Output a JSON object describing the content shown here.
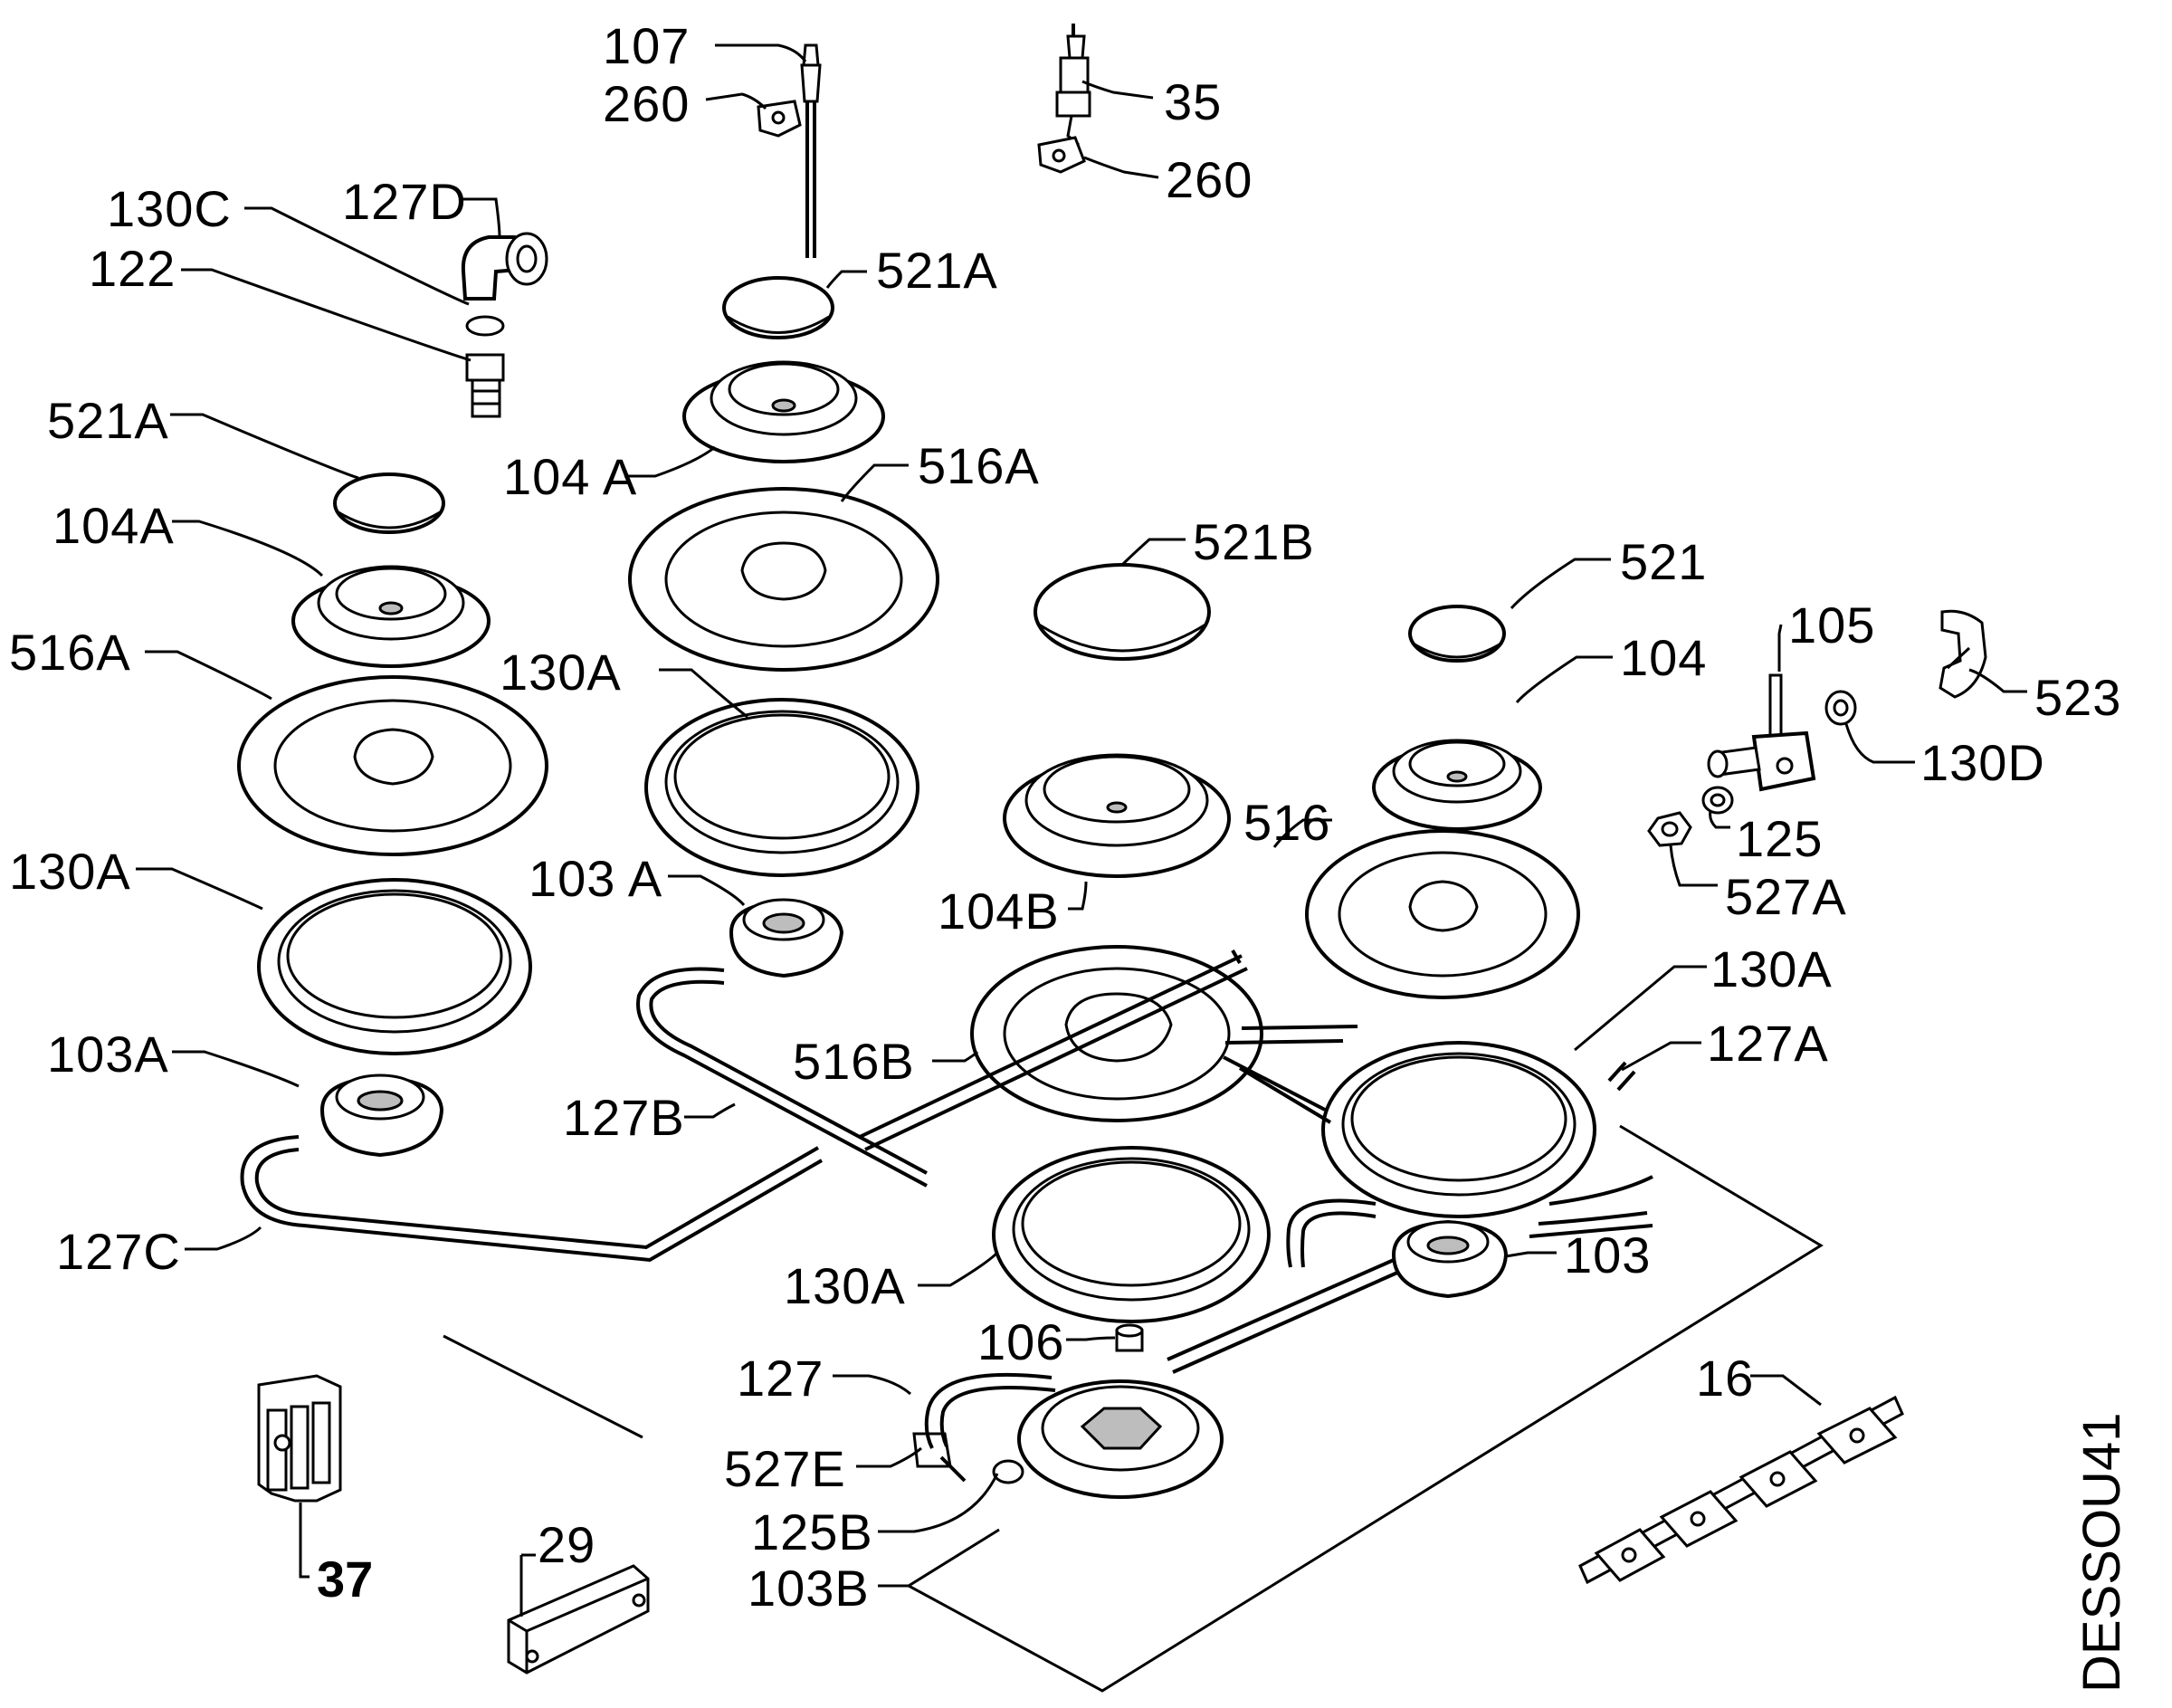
{
  "labels": {
    "l107": "107",
    "l260a": "260",
    "l35": "35",
    "l260b": "260",
    "l130c": "130C",
    "l127d": "127D",
    "l122": "122",
    "l521a_top": "521A",
    "l521a_left": "521A",
    "l104a_top": "104 A",
    "l516a_top": "516A",
    "l104a_left": "104A",
    "l521b": "521B",
    "l521": "521",
    "l516a_left": "516A",
    "l130a_mid": "130A",
    "l105": "105",
    "l104": "104",
    "l523": "523",
    "l130d": "130D",
    "l125": "125",
    "l527a": "527A",
    "l104b": "104B",
    "l516": "516",
    "l130a_left": "130A",
    "l103a_mid": "103 A",
    "l130a_right": "130A",
    "l127a": "127A",
    "l516b": "516B",
    "l103a_left": "103A",
    "l127b": "127B",
    "l127c": "127C",
    "l103": "103",
    "l130a_bottom": "130A",
    "l106": "106",
    "l127": "127",
    "l16": "16",
    "l527e": "527E",
    "l125b": "125B",
    "l103b": "103B",
    "l37": "37",
    "l29": "29"
  },
  "drawing_code": "DESSOU41"
}
